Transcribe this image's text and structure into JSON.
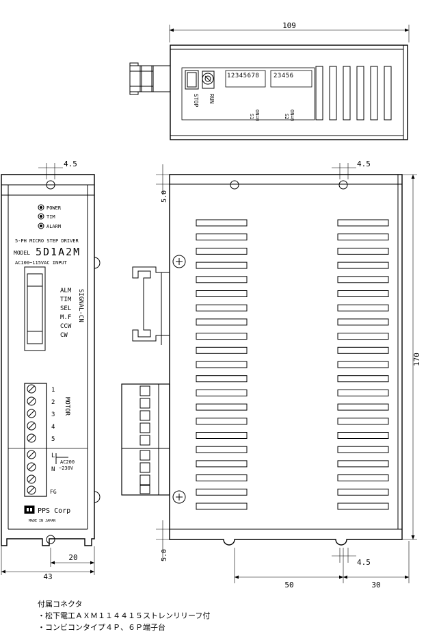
{
  "dimensions": {
    "top_width": "109",
    "front_width": "43",
    "front_inner": "20",
    "front_hole": "4.5",
    "side_hole_top": "4.5",
    "side_hole_bottom": "4.5",
    "side_edge_top": "5.0",
    "side_edge_bottom": "5.0",
    "side_height": "170",
    "side_span": "50",
    "side_right": "30"
  },
  "top_view": {
    "stop_label": "STOP",
    "run_label": "RUN",
    "s1_digits": "12345678",
    "s2_digits": "23456",
    "s1_label": "S1",
    "s2_label": "S2",
    "on_label": "ON=0"
  },
  "front_panel": {
    "led_power": "POWER",
    "led_tim": "TIM",
    "led_alarm": "ALARM",
    "driver_title": "5-PH MICRO STEP DRIVER",
    "model_prefix": "MODEL",
    "model_name": "5D1A2M",
    "input_spec": "AC100~115VAC INPUT",
    "signal_cn": "SIGNAL-CN",
    "signals": [
      "ALM",
      "TIM",
      "SEL",
      "M.F",
      "CCW",
      "CW"
    ],
    "motor_pins": [
      "1",
      "2",
      "3",
      "4",
      "5"
    ],
    "motor_label": "MOTOR",
    "power_pins": [
      "L",
      "N"
    ],
    "ac_label": "AC200",
    "ac_range": "~230V",
    "fg_label": "FG",
    "brand": "PPS Corp",
    "made_in": "MADE IN JAPAN"
  },
  "notes": {
    "title": "付属コネクタ",
    "line1": "・松下電工ＡＸＭ１１４４１５ストレンリリーフ付",
    "line2": "・コンビコンタイプ４Ｐ、６Ｐ端子台"
  }
}
